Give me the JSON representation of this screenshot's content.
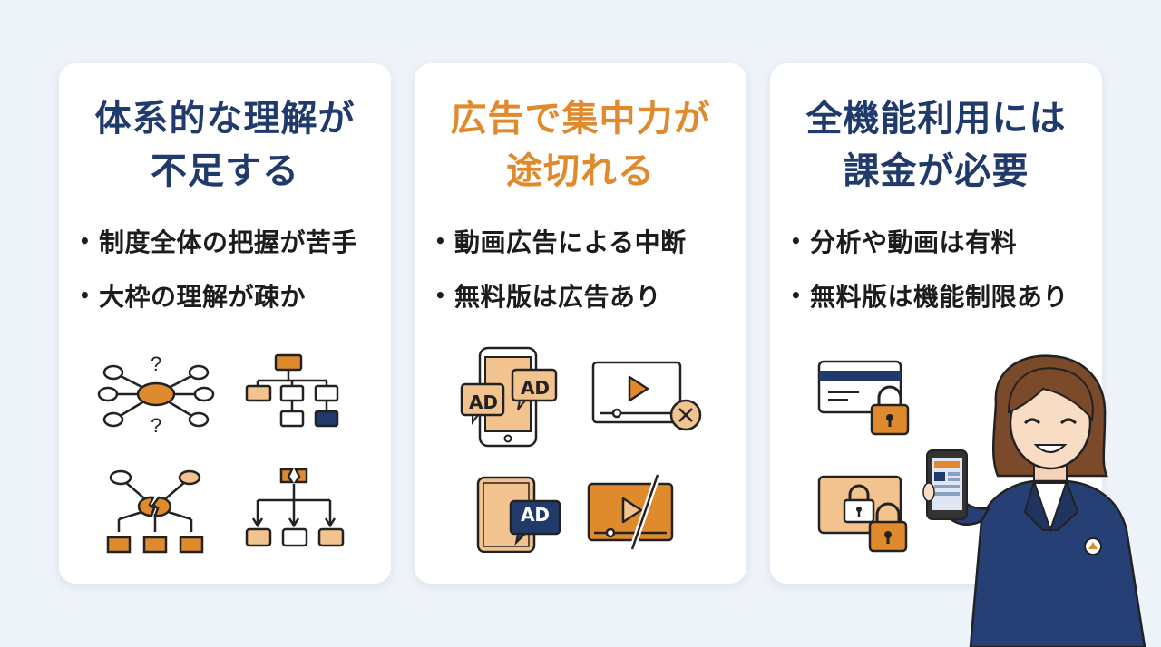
{
  "colors": {
    "background": "#eef3f9",
    "navy": "#1f3a6b",
    "orange": "#e08a2e",
    "light_orange": "#f2c28f",
    "card": "#ffffff"
  },
  "cards": [
    {
      "title_lines": [
        "体系的な理解が",
        "不足する"
      ],
      "title_color": "#1f3a6b",
      "bullets": [
        "制度全体の把握が苦手",
        "大枠の理解が疎か"
      ],
      "icons": [
        "mind-map-question-icon",
        "flowchart-icon",
        "broken-hub-icon",
        "broken-tree-icon"
      ]
    },
    {
      "title_lines": [
        "広告で集中力が",
        "途切れる"
      ],
      "title_color": "#e08a2e",
      "bullets": [
        "動画広告による中断",
        "無料版は広告あり"
      ],
      "icons": [
        "phone-ad-icon",
        "video-blocked-icon",
        "tablet-ad-icon",
        "video-slash-icon"
      ],
      "ad_labels": [
        "AD",
        "AD",
        "AD"
      ]
    },
    {
      "title_lines": [
        "全機能利用には",
        "課金が必要"
      ],
      "title_color": "#1f3a6b",
      "bullets": [
        "分析や動画は有料",
        "無料版は機能制限あり"
      ],
      "icons": [
        "credit-card-lock-icon",
        "double-lock-icon"
      ]
    }
  ]
}
